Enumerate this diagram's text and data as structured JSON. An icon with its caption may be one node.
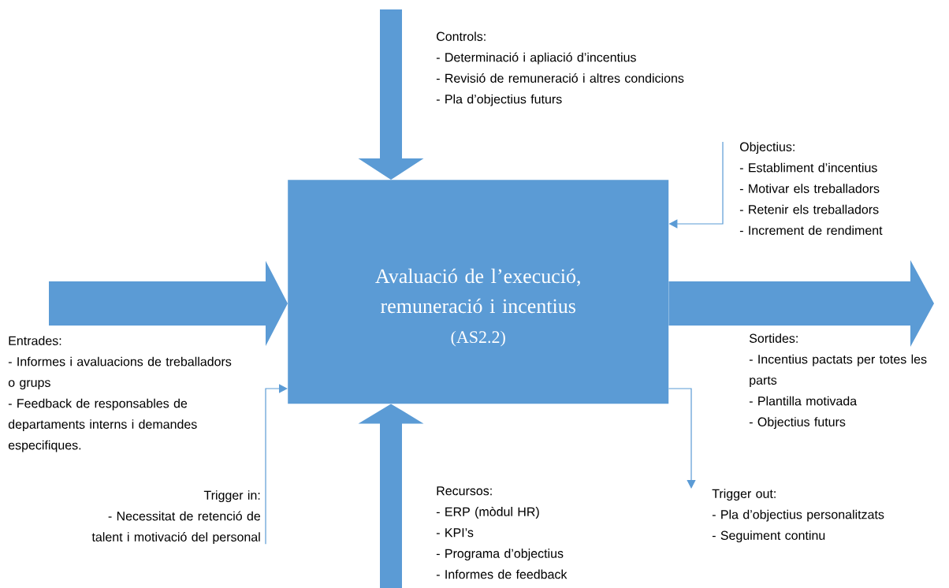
{
  "diagram": {
    "nodes": [
      {
        "text": [
          "Controls:",
          "- Determinació i apliació d’incentius",
          "- Revisió de remuneració i altres condicions",
          "- Pla d’objectius futurs"
        ]
      },
      {
        "text": [
          "Objectius:",
          "- Establiment d’incentius",
          "- Motivar els treballadors",
          "- Retenir els treballadors",
          "- Increment de rendiment"
        ]
      },
      {
        "text": [
          "Avaluació de l’execució, remuneració i incentius",
          "(AS2.2)"
        ]
      },
      {
        "text": [
          "Entrades:",
          "- Informes i avaluacions de treballadors o grups",
          "- Feedback de responsables de departaments interns i demandes especifiques."
        ]
      },
      {
        "text": [
          "Sortides:",
          "- Incentius pactats per totes les parts",
          "- Plantilla motivada",
          "- Objectius futurs"
        ]
      },
      {
        "text": [
          "Trigger in:",
          "- Necessitat de retenció de talent i motivació del personal"
        ]
      },
      {
        "text": [
          "Trigger out:",
          "- Pla d’objectius personalitzats",
          "- Seguiment continu"
        ]
      },
      {
        "text": [
          "Recursos:",
          "- ERP (mòdul HR)",
          "- KPI’s",
          "- Programa d’objectius",
          "- Informes de feedback"
        ]
      }
    ],
    "edges": [
      {
        "from": null,
        "to": 2,
        "arrow": "to",
        "style": "thick"
      },
      {
        "from": 1,
        "to": 2,
        "arrow": "to"
      },
      {
        "from": null,
        "to": 2,
        "arrow": "to",
        "style": "thick"
      },
      {
        "from": 2,
        "to": null,
        "arrow": "to",
        "style": "thick"
      },
      {
        "from": 5,
        "to": 2,
        "arrow": "to"
      },
      {
        "from": 2,
        "to": 6,
        "arrow": "to"
      },
      {
        "from": null,
        "to": 2,
        "arrow": "to",
        "style": "thick"
      }
    ]
  }
}
